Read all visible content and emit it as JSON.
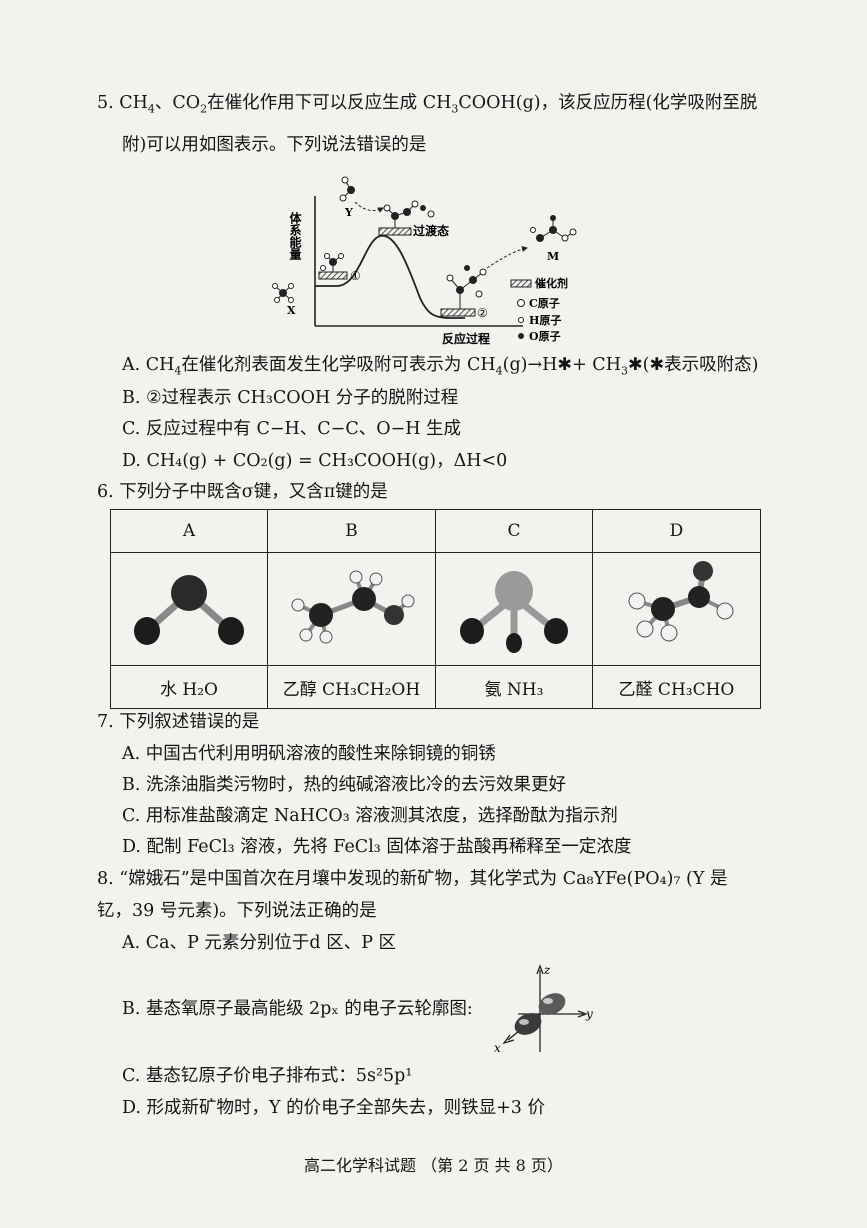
{
  "q5": {
    "stem_line1_a": "5. CH",
    "stem_line1_b": "4",
    "stem_line1_c": "、CO",
    "stem_line1_d": "2",
    "stem_line1_e": "在催化作用下可以反应生成 CH",
    "stem_line1_f": "3",
    "stem_line1_g": "COOH(g)，该反应历程(化学吸附至脱",
    "stem_line2": "附)可以用如图表示。下列说法错误的是",
    "diagram": {
      "ylabel": "体系能量",
      "xlabel": "反应过程",
      "label_x": "X",
      "label_y": "Y",
      "label_m": "M",
      "label_ts": "过渡态",
      "label_1": "①",
      "label_2": "②",
      "legend_catalyst": "催化剂",
      "legend_c": "C原子",
      "legend_h": "H原子",
      "legend_o": "O原子"
    },
    "option_a_1": "A. CH",
    "option_a_2": "4",
    "option_a_3": "在催化剂表面发生化学吸附可表示为 CH",
    "option_a_4": "4",
    "option_a_5": "(g)→H✱+ CH",
    "option_a_6": "3",
    "option_a_7": "✱(✱表示吸附态)",
    "option_b": "B. ②过程表示 CH₃COOH 分子的脱附过程",
    "option_c": "C. 反应过程中有 C−H、C−C、O−H 生成",
    "option_d": "D. CH₄(g) + CO₂(g) = CH₃COOH(g)，ΔH<0"
  },
  "q6": {
    "stem": "6. 下列分子中既含σ键，又含π键的是",
    "headers": [
      "A",
      "B",
      "C",
      "D"
    ],
    "names": [
      "水 H₂O",
      "乙醇 CH₃CH₂OH",
      "氨 NH₃",
      "乙醛 CH₃CHO"
    ]
  },
  "q7": {
    "stem": "7. 下列叙述错误的是",
    "option_a": "A. 中国古代利用明矾溶液的酸性来除铜镜的铜锈",
    "option_b": "B. 洗涤油脂类污物时，热的纯碱溶液比冷的去污效果更好",
    "option_c": "C. 用标准盐酸滴定 NaHCO₃ 溶液测其浓度，选择酚酞为指示剂",
    "option_d": "D. 配制 FeCl₃ 溶液，先将 FeCl₃ 固体溶于盐酸再稀释至一定浓度"
  },
  "q8": {
    "stem_line1": "8. “嫦娥石”是中国首次在月壤中发现的新矿物，其化学式为 Ca₈YFe(PO₄)₇ (Y 是",
    "stem_line2": "钇，39 号元素)。下列说法正确的是",
    "option_a": "A. Ca、P 元素分别位于d 区、P 区",
    "option_b": "B. 基态氧原子最高能级 2pₓ 的电子云轮廓图:",
    "option_c": "C. 基态钇原子价电子排布式：5s²5p¹",
    "option_d": "D. 形成新矿物时，Y 的价电子全部失去，则铁显+3 价",
    "axis_x": "x",
    "axis_y": "y",
    "axis_z": "z"
  },
  "footer": "高二化学科试题 （第 2 页 共 8 页）"
}
